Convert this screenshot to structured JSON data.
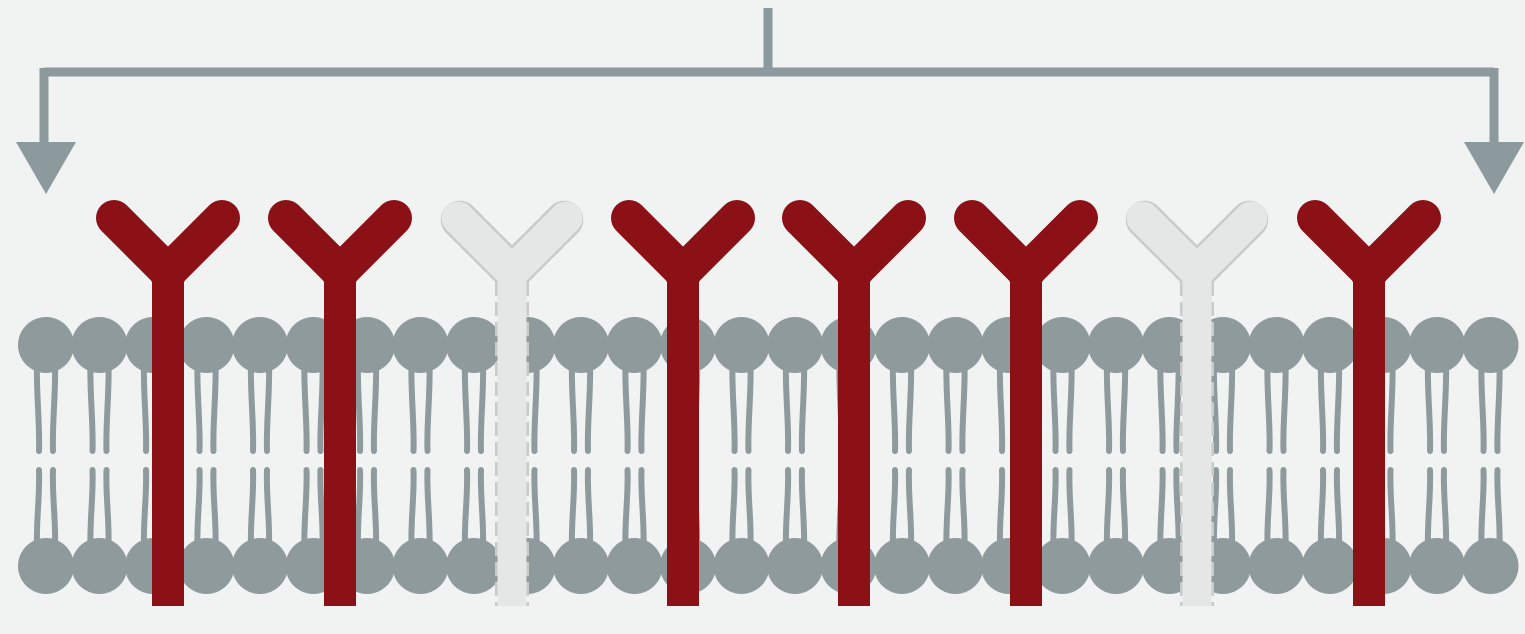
{
  "diagram": {
    "description_free": true,
    "colors": {
      "background": "#f1f3f3",
      "bracket": "#8c9a9e",
      "lipid": "#8f9a9d",
      "receptor_present": "#8b1117",
      "receptor_absent_fill": "#e5e6e6",
      "receptor_absent_stroke": "#c9cbcb"
    },
    "icons": {
      "bracket": "distribution-bracket-icon",
      "arrow": "arrow-down-icon",
      "membrane": "lipid-bilayer-icon",
      "receptor": "receptor-y-icon"
    },
    "receptors": [
      {
        "state": "present"
      },
      {
        "state": "present"
      },
      {
        "state": "absent"
      },
      {
        "state": "present"
      },
      {
        "state": "present"
      },
      {
        "state": "present"
      },
      {
        "state": "absent"
      },
      {
        "state": "present"
      }
    ]
  }
}
